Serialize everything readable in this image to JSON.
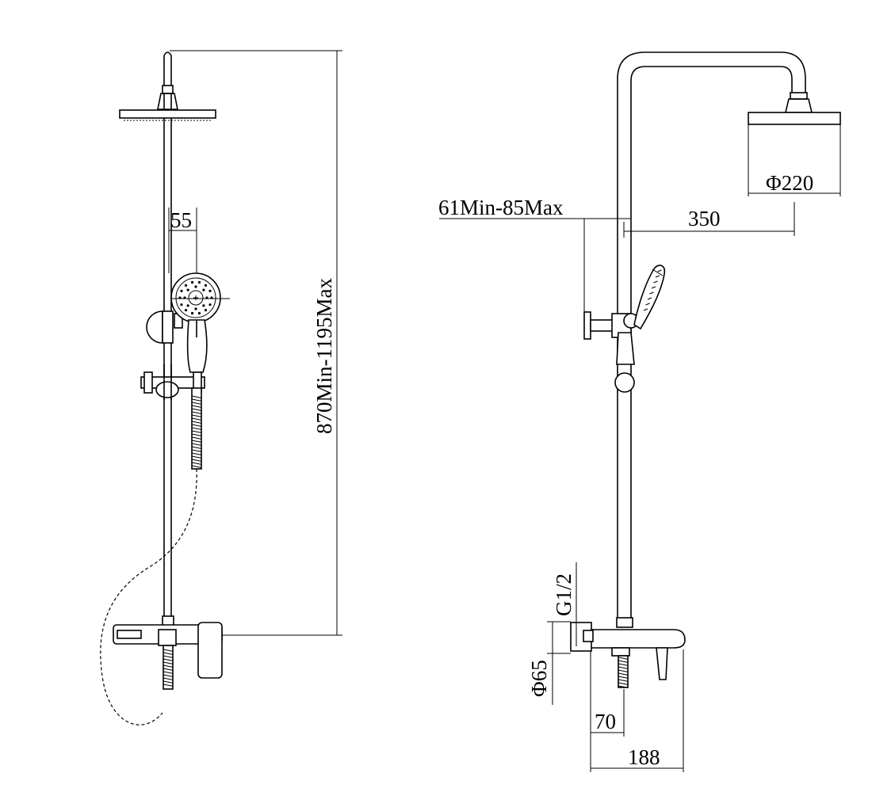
{
  "dimensions": {
    "left_width_55": "55",
    "height_range": "870Min-1195Max",
    "arm_depth_range": "61Min-85Max",
    "arm_length": "350",
    "head_diameter": "Φ220",
    "inlet_thread": "G1/2",
    "flange_diameter": "Φ65",
    "valve_offset": "70",
    "spout_length": "188"
  }
}
